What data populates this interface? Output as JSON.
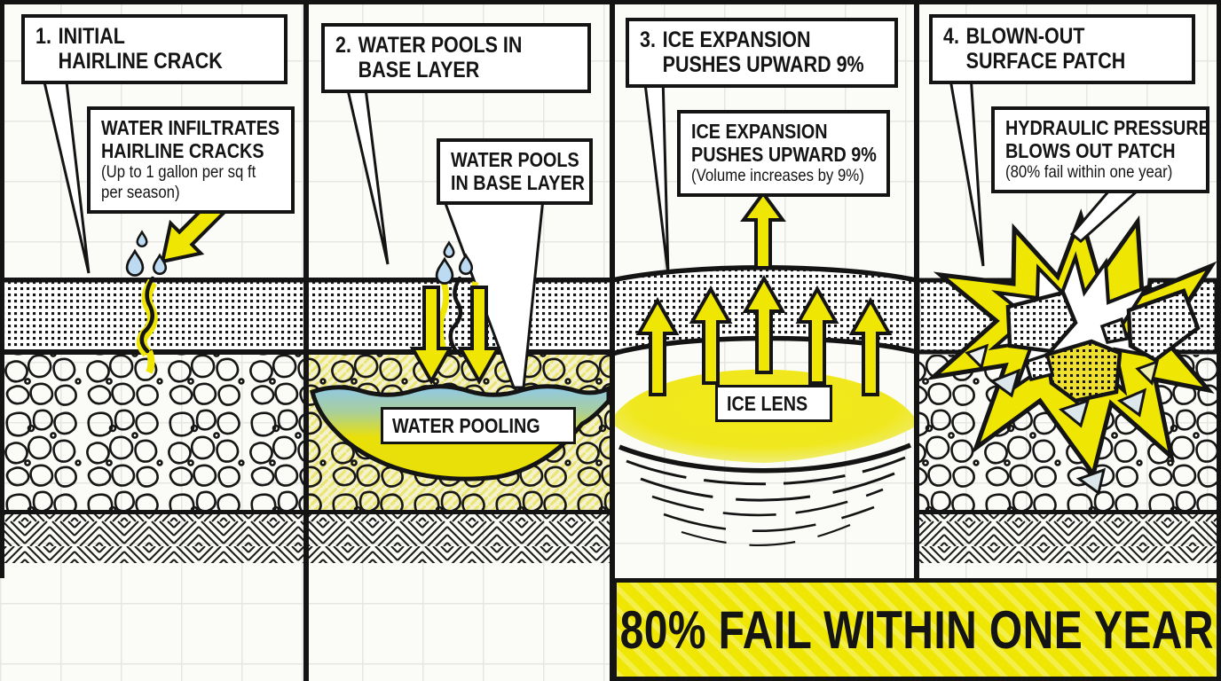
{
  "panels": [
    {
      "title": {
        "num": "1.",
        "line1": "INITIAL",
        "line2": "HAIRLINE CRACK"
      },
      "callout": {
        "line1": "WATER INFILTRATES",
        "line2": "HAIRLINE CRACKS",
        "note1": "(Up to 1 gallon per sq ft",
        "note2": "per season)"
      }
    },
    {
      "title": {
        "num": "2.",
        "line1": "WATER POOLS IN",
        "line2": "BASE LAYER"
      },
      "callout": {
        "line1": "WATER POOLS",
        "line2": "IN BASE LAYER"
      },
      "label": "WATER POOLING"
    },
    {
      "title": {
        "num": "3.",
        "line1": "ICE EXPANSION",
        "line2": "PUSHES UPWARD 9%"
      },
      "callout": {
        "line1": "ICE EXPANSION",
        "line2": "PUSHES UPWARD 9%",
        "note1": "(Volume increases by 9%)"
      },
      "label": "ICE LENS"
    },
    {
      "title": {
        "num": "4.",
        "line1": "BLOWN-OUT",
        "line2": "SURFACE PATCH"
      },
      "callout": {
        "line1": "HYDRAULIC PRESSURE",
        "line2": "BLOWS OUT PATCH",
        "note1": "(80% fail within one year)"
      }
    }
  ],
  "banner": {
    "text": "80% FAIL WITHIN ONE YEAR"
  },
  "colors": {
    "ink": "#141414",
    "yellow": "#F0E604",
    "ice_lens_yellow": "#F2EA15",
    "ice_lens_edge": "#EDF0B2",
    "water_blue": "#8FC8E8",
    "droplet_blue": "#BCDAF2",
    "base_tint": "#F4F1CD",
    "paper": "#FBFBF8",
    "grid": "#E6E6E2"
  }
}
